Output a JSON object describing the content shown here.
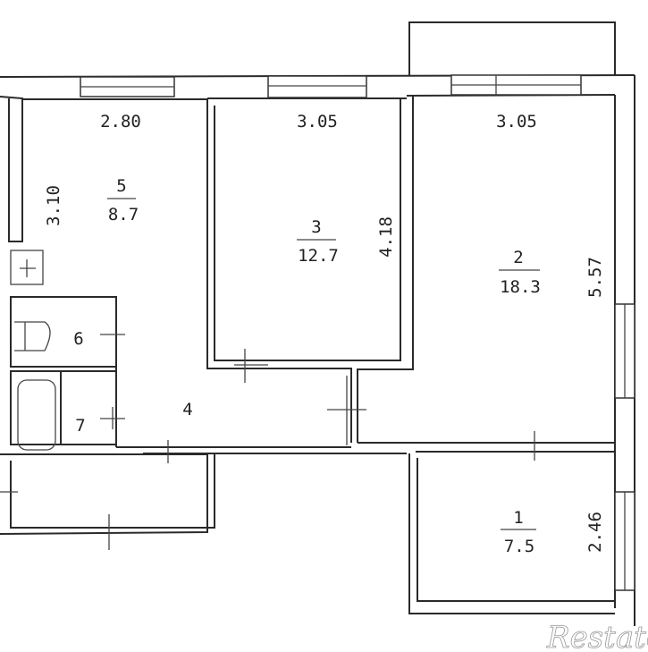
{
  "plan": {
    "rooms": [
      {
        "number": "1",
        "area": "7.5",
        "dim_vertical": "2.46"
      },
      {
        "number": "2",
        "area": "18.3",
        "dim_top": "3.05",
        "dim_vertical": "5.57"
      },
      {
        "number": "3",
        "area": "12.7",
        "dim_top": "3.05",
        "dim_vertical": "4.18"
      },
      {
        "number": "4"
      },
      {
        "number": "5",
        "area": "8.7",
        "dim_top": "2.80",
        "dim_vertical": "3.10"
      },
      {
        "number": "6"
      },
      {
        "number": "7"
      }
    ]
  },
  "watermark": "Restate",
  "colors": {
    "line": "#2a2a2a",
    "background": "#ffffff"
  }
}
